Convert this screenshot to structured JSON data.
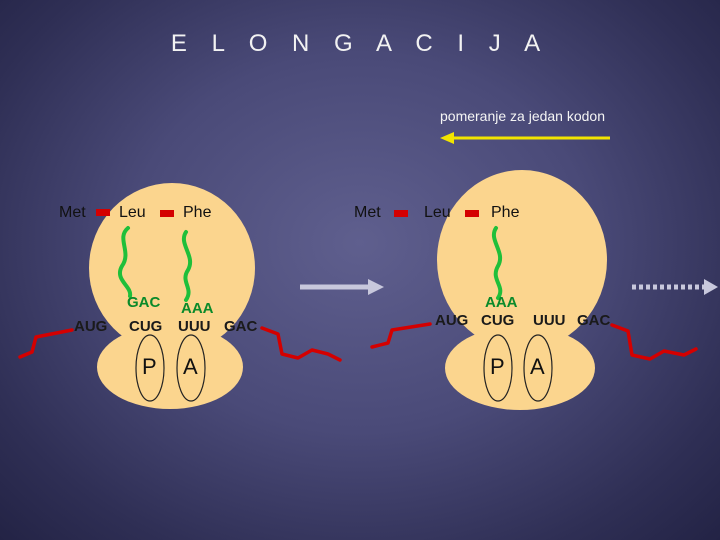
{
  "title": "E L O N G A C I J A",
  "caption": "pomeranje za jedan kodon",
  "left": {
    "amino_acids": [
      "Met",
      "Leu",
      "Phe"
    ],
    "anticodons": [
      "GAC",
      "AAA"
    ],
    "codons": [
      "AUG",
      "CUG",
      "UUU",
      "GAC"
    ],
    "sites": [
      "P",
      "A"
    ]
  },
  "right": {
    "amino_acids": [
      "Met",
      "Leu",
      "Phe"
    ],
    "anticodons": [
      "AAA"
    ],
    "codons": [
      "AUG",
      "CUG",
      "UUU",
      "GAC"
    ],
    "sites": [
      "P",
      "A"
    ]
  },
  "colors": {
    "ribosome": "#fbd58e",
    "mrna": "#d40000",
    "trna": "#1fbf3a",
    "peptide_bond": "#d40000",
    "shift_arrow": "#f2e400",
    "process_arrow": "#c8c8dc"
  }
}
